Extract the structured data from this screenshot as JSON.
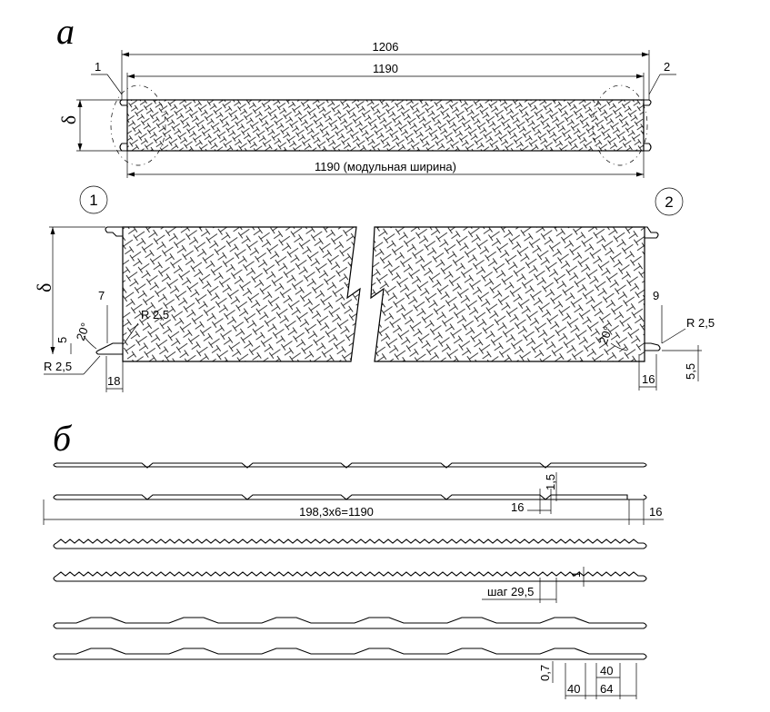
{
  "section_a": {
    "label": "а",
    "dim_overall": "1206",
    "dim_inner": "1190",
    "dim_modular": "1190 (модульная ширина)",
    "thickness": "δ",
    "callout_1": "1",
    "callout_2": "2"
  },
  "detail_1": {
    "label": "1",
    "thickness": "δ",
    "dim_7": "7",
    "dim_r25_top": "R 2,5",
    "dim_5": "5",
    "dim_20deg": "20°",
    "dim_r25_bottom": "R 2,5",
    "dim_18": "18"
  },
  "detail_2": {
    "label": "2",
    "dim_9": "9",
    "dim_r25": "R 2,5",
    "dim_20deg": "20°",
    "dim_16": "16",
    "dim_55": "5,5"
  },
  "section_b": {
    "label": "б",
    "dim_15": "1,5",
    "dim_16_left": "16",
    "dim_pitch": "198,3x6=1190",
    "dim_16_right": "16",
    "dim_1": "1",
    "dim_step": "шаг 29,5",
    "dim_07": "0,7",
    "dim_40a": "40",
    "dim_40b": "40",
    "dim_64": "64"
  }
}
